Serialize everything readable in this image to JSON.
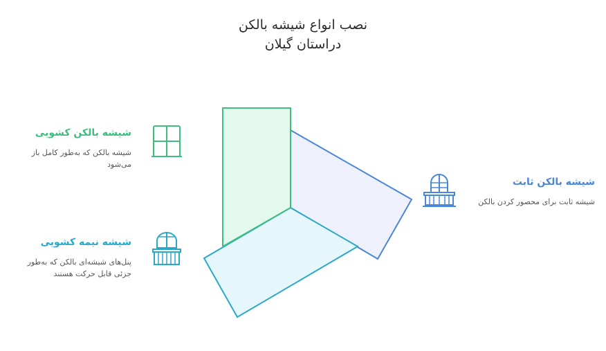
{
  "title": {
    "line1": "نصب انواع شیشه بالکن",
    "line2": "دراستان گیلان"
  },
  "items": [
    {
      "heading": "شیشه بالکن کشویی",
      "description": "شیشه بالکن که به‌طور کامل باز می‌شود",
      "color": "#3fbd7f",
      "icon": "sliding-window-icon"
    },
    {
      "heading": "شیشه نیمه کشویی",
      "description": "پنل‌های شیشه‌ای بالکن که به‌طور جزئی قابل حرکت هستند",
      "color": "#2aa8c8",
      "icon": "arched-window-icon"
    },
    {
      "heading": "شیشه بالکن ثابت",
      "description": "شیشه ثابت برای محصور کردن بالکن",
      "color": "#4a86d8",
      "icon": "balcony-door-icon"
    }
  ]
}
